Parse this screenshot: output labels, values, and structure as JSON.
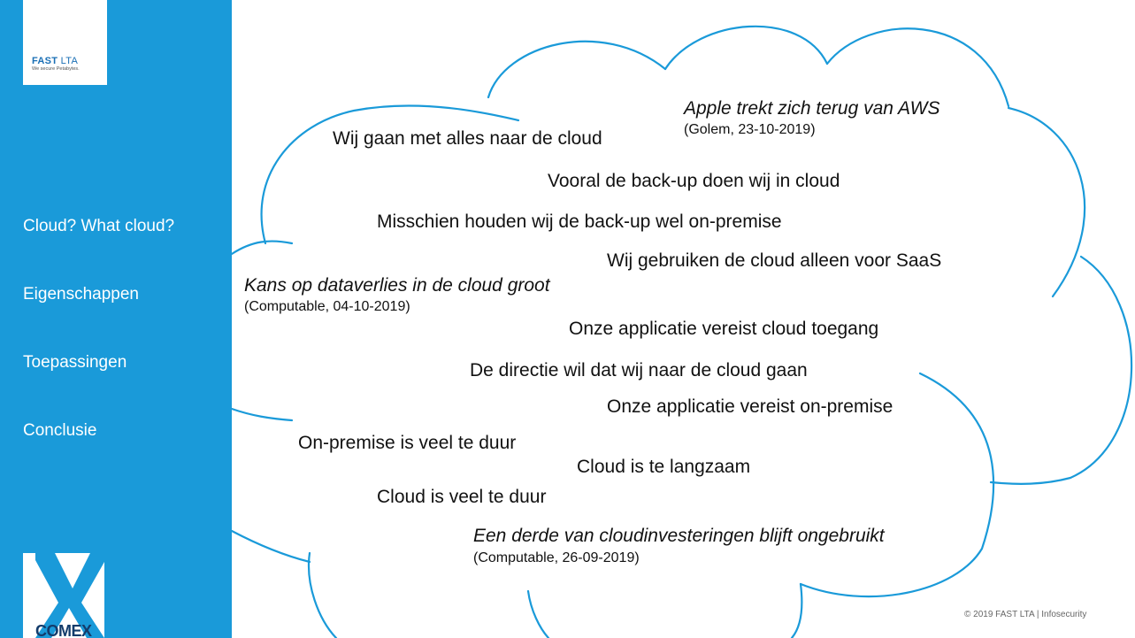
{
  "logo": {
    "brand_bold": "FAST",
    "brand_thin": "LTA",
    "tagline": "We secure Petabytes."
  },
  "nav": [
    "Cloud? What cloud?",
    "Eigenschappen",
    "Toepassingen",
    "Conclusie"
  ],
  "partner_logo": "COMEX",
  "statements": [
    "Wij gaan met alles naar de cloud",
    "Vooral de back-up doen wij in cloud",
    "Misschien houden wij de back-up wel on-premise",
    "Wij gebruiken de cloud alleen voor SaaS",
    "Onze applicatie vereist cloud toegang",
    "De directie wil dat wij naar de cloud gaan",
    "Onze applicatie vereist on-premise",
    "On-premise is veel te duur",
    "Cloud is te langzaam",
    "Cloud is veel te duur"
  ],
  "headlines": [
    {
      "title": "Apple trekt zich terug van AWS",
      "source": "(Golem, 23-10-2019)"
    },
    {
      "title": "Kans op dataverlies in de cloud groot",
      "source": "(Computable, 04-10-2019)"
    },
    {
      "title": "Een derde van cloudinvesteringen blijft ongebruikt",
      "source": "(Computable, 26-09-2019)"
    }
  ],
  "footer": "© 2019 FAST LTA  |  Infosecurity",
  "colors": {
    "sidebar": "#1a9ad9",
    "cloud_outline": "#1a9ad9",
    "logo_text": "#1a6fb5",
    "comex": "#143c6b"
  }
}
